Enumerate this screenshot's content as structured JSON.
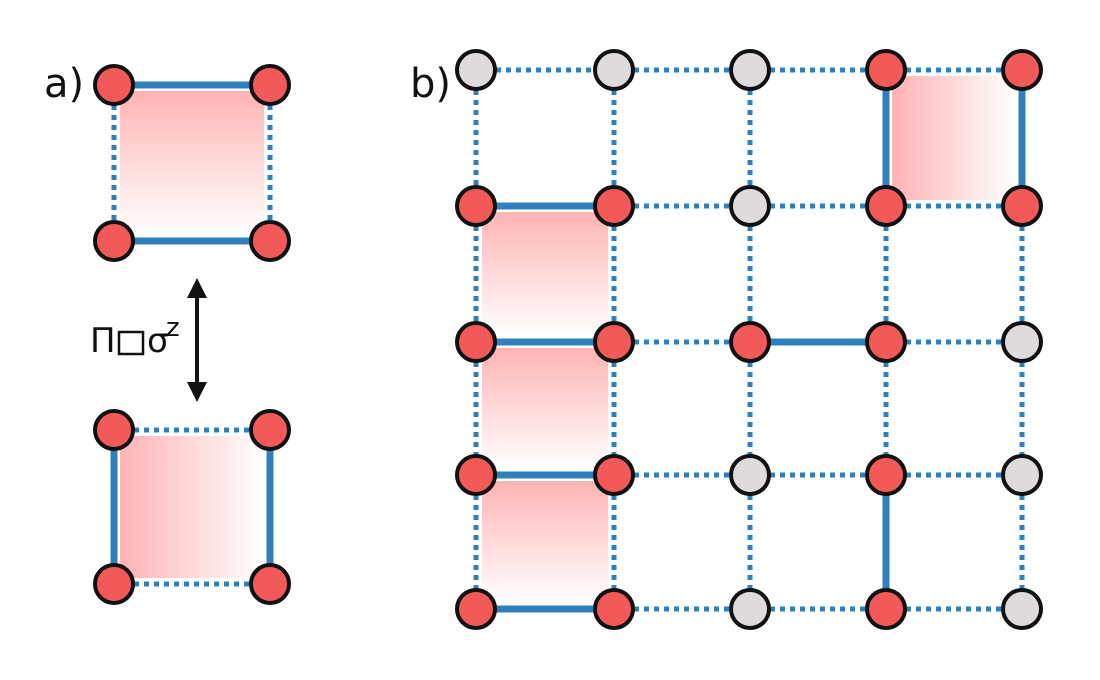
{
  "colors": {
    "occupied_site": "#f25a5a",
    "empty_site": "#e0dbdb",
    "site_outline": "#111111",
    "bond": "#2f7fbd",
    "plaquette_fill": "#ff9a9a",
    "arrow": "#111111"
  },
  "panel_a": {
    "label": "a)",
    "operator": {
      "main": "Π",
      "box": "□",
      "sigma": "σ",
      "sup": "z"
    },
    "top_plaquette": {
      "solid_bonds": [
        "top",
        "bottom"
      ],
      "dotted_bonds": [
        "left",
        "right"
      ],
      "shading": "vertical"
    },
    "bottom_plaquette": {
      "solid_bonds": [
        "left",
        "right"
      ],
      "dotted_bonds": [
        "top",
        "bottom"
      ],
      "shading": "horizontal"
    }
  },
  "panel_b": {
    "label": "b)",
    "size": 5,
    "sites": [
      [
        "empty",
        "empty",
        "empty",
        "occupied",
        "occupied"
      ],
      [
        "occupied",
        "occupied",
        "empty",
        "occupied",
        "occupied"
      ],
      [
        "occupied",
        "occupied",
        "occupied",
        "occupied",
        "empty"
      ],
      [
        "occupied",
        "occupied",
        "empty",
        "occupied",
        "empty"
      ],
      [
        "occupied",
        "occupied",
        "empty",
        "occupied",
        "empty"
      ]
    ],
    "solid_horizontal": [
      [
        1,
        0
      ],
      [
        2,
        0
      ],
      [
        2,
        2
      ],
      [
        3,
        0
      ],
      [
        4,
        0
      ]
    ],
    "solid_vertical": [
      [
        0,
        3
      ],
      [
        0,
        4
      ],
      [
        3,
        3
      ]
    ],
    "shaded_plaquettes": [
      {
        "row": 0,
        "col": 3,
        "shading": "horizontal"
      },
      {
        "row": 1,
        "col": 0,
        "shading": "vertical"
      },
      {
        "row": 2,
        "col": 0,
        "shading": "vertical"
      },
      {
        "row": 3,
        "col": 0,
        "shading": "vertical"
      }
    ]
  }
}
